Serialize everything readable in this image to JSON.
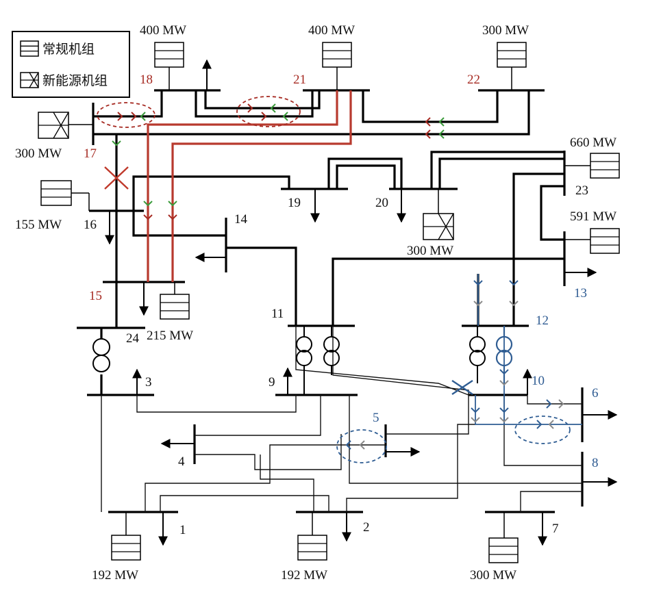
{
  "legend": {
    "conventional_label": "常规机组",
    "renewable_label": "新能源机组"
  },
  "buses": [
    {
      "id": "1",
      "label": "1",
      "color": "#111111"
    },
    {
      "id": "2",
      "label": "2",
      "color": "#111111"
    },
    {
      "id": "3",
      "label": "3",
      "color": "#111111"
    },
    {
      "id": "4",
      "label": "4",
      "color": "#111111"
    },
    {
      "id": "5",
      "label": "5",
      "color": "#2e5b92"
    },
    {
      "id": "6",
      "label": "6",
      "color": "#2e5b92"
    },
    {
      "id": "7",
      "label": "7",
      "color": "#111111"
    },
    {
      "id": "8",
      "label": "8",
      "color": "#2e5b92"
    },
    {
      "id": "9",
      "label": "9",
      "color": "#111111"
    },
    {
      "id": "10",
      "label": "10",
      "color": "#2e5b92"
    },
    {
      "id": "11",
      "label": "11",
      "color": "#111111"
    },
    {
      "id": "12",
      "label": "12",
      "color": "#2e5b92"
    },
    {
      "id": "13",
      "label": "13",
      "color": "#2e5b92"
    },
    {
      "id": "14",
      "label": "14",
      "color": "#111111"
    },
    {
      "id": "15",
      "label": "15",
      "color": "#a62a22"
    },
    {
      "id": "16",
      "label": "16",
      "color": "#111111"
    },
    {
      "id": "17",
      "label": "17",
      "color": "#a62a22"
    },
    {
      "id": "18",
      "label": "18",
      "color": "#a62a22"
    },
    {
      "id": "19",
      "label": "19",
      "color": "#111111"
    },
    {
      "id": "20",
      "label": "20",
      "color": "#111111"
    },
    {
      "id": "21",
      "label": "21",
      "color": "#a62a22"
    },
    {
      "id": "22",
      "label": "22",
      "color": "#a62a22"
    },
    {
      "id": "23",
      "label": "23",
      "color": "#111111"
    },
    {
      "id": "24",
      "label": "24",
      "color": "#111111"
    }
  ],
  "generators": [
    {
      "id": "g18",
      "type": "conventional",
      "rating": "400 MW"
    },
    {
      "id": "g21",
      "type": "conventional",
      "rating": "400 MW"
    },
    {
      "id": "g22",
      "type": "conventional",
      "rating": "300 MW"
    },
    {
      "id": "g17",
      "type": "renewable",
      "rating": "300 MW"
    },
    {
      "id": "g23a",
      "type": "conventional",
      "rating": "660 MW"
    },
    {
      "id": "g16",
      "type": "conventional",
      "rating": "155 MW"
    },
    {
      "id": "g20",
      "type": "renewable",
      "rating": "300 MW"
    },
    {
      "id": "g13",
      "type": "conventional",
      "rating": "591 MW"
    },
    {
      "id": "g15",
      "type": "conventional",
      "rating": "215 MW"
    },
    {
      "id": "g1",
      "type": "conventional",
      "rating": "192 MW"
    },
    {
      "id": "g2",
      "type": "conventional",
      "rating": "192 MW"
    },
    {
      "id": "g7",
      "type": "conventional",
      "rating": "300 MW"
    }
  ],
  "colors": {
    "red_region": "#a62a22",
    "blue_region": "#2e5b92",
    "green_arrow": "#3a9a3a",
    "gray_arrow": "#8a8a8a"
  }
}
